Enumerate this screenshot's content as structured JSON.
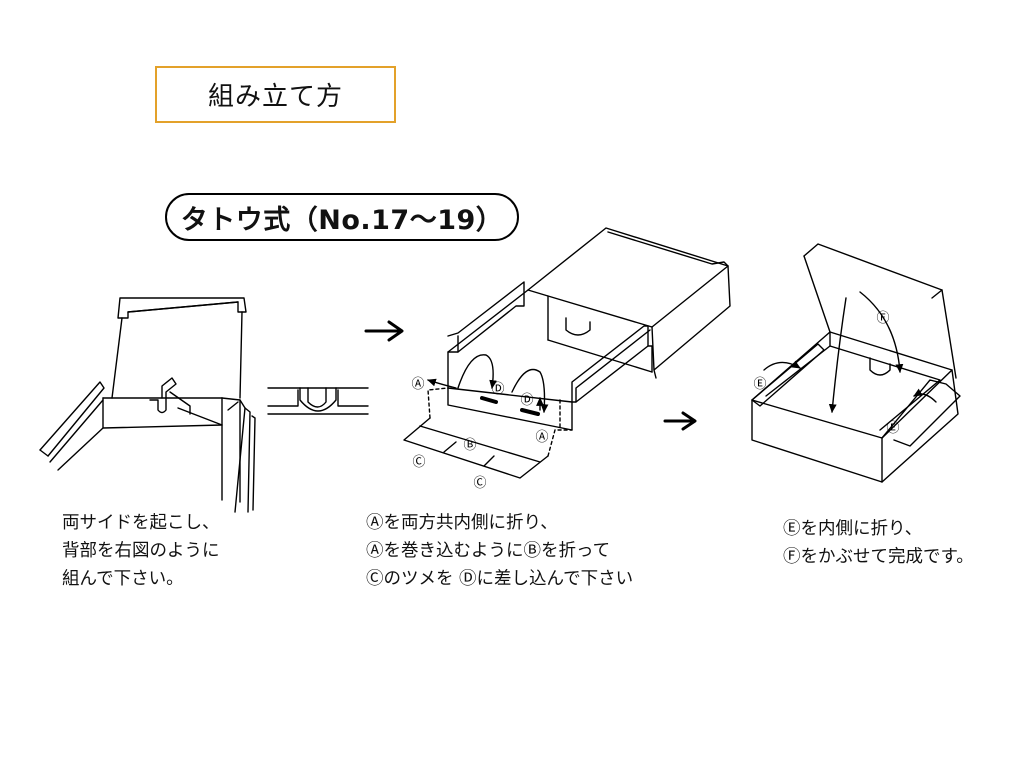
{
  "header": {
    "title": "組み立て方",
    "subtitle": "タトウ式（No.17〜19）"
  },
  "diagram_labels": {
    "A": "Ⓐ",
    "B": "Ⓑ",
    "C": "Ⓒ",
    "D": "Ⓓ",
    "E": "Ⓔ",
    "F": "Ⓕ"
  },
  "steps": [
    {
      "lines": [
        "両サイドを起こし、",
        "背部を右図のように",
        "組んで下さい。"
      ]
    },
    {
      "lines": [
        "Ⓐを両方共内側に折り、",
        "Ⓐを巻き込むようにⒷを折って",
        "Ⓒのツメを Ⓓに差し込んで下さい"
      ]
    },
    {
      "lines": [
        "Ⓔを内側に折り、",
        "Ⓕをかぶせて完成です。"
      ]
    }
  ],
  "icons": [
    "arrow-right-icon",
    "arrow-right-icon"
  ]
}
